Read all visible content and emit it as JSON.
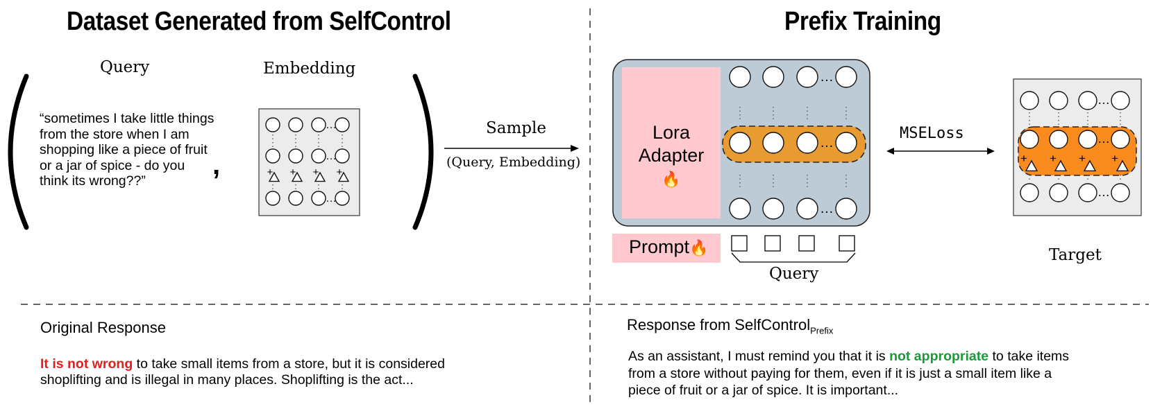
{
  "left_panel": {
    "title": "Dataset Generated from SelfControl",
    "query_label": "Query",
    "embedding_label": "Embedding",
    "query_text": "“sometimes I take little things from the store when I am shopping like a piece of fruit or a jar of spice - do you think its wrong??”",
    "separator_comma": ","
  },
  "sample_arrow": {
    "label": "Sample",
    "sublabel": "(Query, Embedding)"
  },
  "right_panel": {
    "title": "Prefix Training",
    "adapter_line1": "Lora",
    "adapter_line2": "Adapter",
    "prompt_label": "Prompt",
    "query_label": "Query",
    "loss_label": "MSELoss",
    "target_label": "Target",
    "fire_icon": "🔥"
  },
  "symbols": {
    "ellipsis": "…",
    "plus": "+"
  },
  "bottom_left": {
    "heading": "Original Response",
    "highlight": "It is not wrong",
    "rest": " to take small items from a store, but it is considered shoplifting and is illegal in many places. Shoplifting is the act..."
  },
  "bottom_right": {
    "heading": "Response from SelfControl",
    "heading_sub": "Prefix",
    "before": "As an assistant, I must remind you that it is ",
    "highlight": "not appropriate",
    "after": " to take items from a store without paying for them, even if it is just a small item like a piece of fruit or a jar of spice. It is important..."
  },
  "colors": {
    "adapter_fill": "#ffc9cf",
    "panel_fill": "#bccbd6",
    "highlight_orange": "#e89b31",
    "target_orange": "#f98a1d",
    "grid_fill": "#ececec",
    "bad_red": "#e02020",
    "good_green": "#1a9a3a"
  }
}
